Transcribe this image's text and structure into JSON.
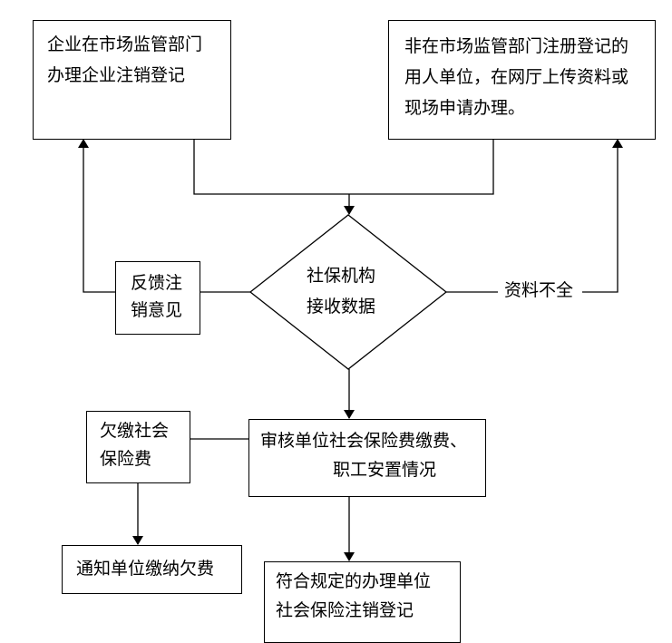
{
  "nodes": {
    "enterprise_box": {
      "line1": "企业在市场监管部门",
      "line2": "办理企业注销登记"
    },
    "non_registered_box": {
      "line1": "非在市场监管部门注册登记的",
      "line2": "用人单位，在网厅上传资料或",
      "line3": "现场申请办理。"
    },
    "feedback_box": {
      "line1": "反馈注",
      "line2": "销意见"
    },
    "decision": {
      "line1": "社保机构",
      "line2": "接收数据"
    },
    "incomplete_label": {
      "text": "资料不全"
    },
    "audit_box": {
      "line1": "审核单位社会保险费缴费、",
      "line2": "职工安置情况"
    },
    "arrears_box": {
      "line1": "欠缴社会",
      "line2": "保险费"
    },
    "notify_box": {
      "text": "通知单位缴纳欠费"
    },
    "compliant_box": {
      "line1": "符合规定的办理单位",
      "line2": "社会保险注销登记"
    }
  }
}
